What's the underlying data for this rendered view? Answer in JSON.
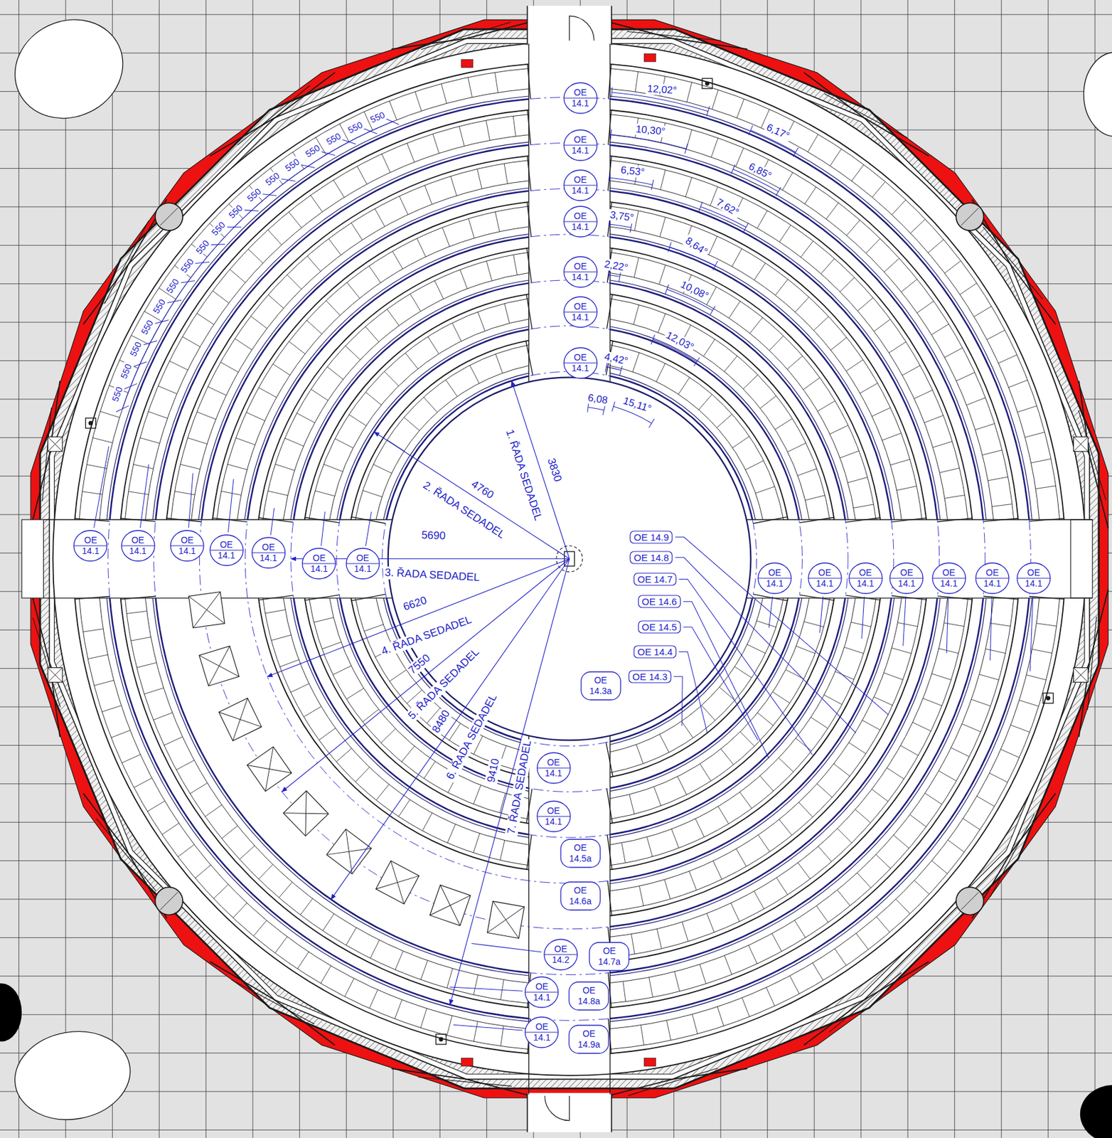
{
  "diagram": {
    "nodes": [
      {
        "text": [
          "OE 14.1"
        ]
      },
      {
        "text": [
          "OE 14.1"
        ]
      },
      {
        "text": [
          "OE 14.1"
        ]
      },
      {
        "text": [
          "OE 14.1"
        ]
      },
      {
        "text": [
          "OE 14.1"
        ]
      },
      {
        "text": [
          "OE 14.1"
        ]
      },
      {
        "text": [
          "OE 14.1"
        ]
      },
      {
        "text": [
          "OE 14.9"
        ]
      },
      {
        "text": [
          "OE 14.1"
        ]
      },
      {
        "text": [
          "OE 14.1"
        ]
      },
      {
        "text": [
          "OE 14.1"
        ]
      },
      {
        "text": [
          "OE 14.1"
        ]
      },
      {
        "text": [
          "OE 14.1"
        ]
      },
      {
        "text": [
          "OE 14.8"
        ]
      },
      {
        "text": [
          "OE 14.1"
        ]
      },
      {
        "text": [
          "OE 14.1"
        ]
      },
      {
        "text": [
          "OE 14.1"
        ]
      },
      {
        "text": [
          "OE 14.1"
        ]
      },
      {
        "text": [
          "OE 14.1"
        ]
      },
      {
        "text": [
          "OE 14.1"
        ]
      },
      {
        "text": [
          "OE 14.1"
        ]
      },
      {
        "text": [
          "OE 14.1"
        ]
      },
      {
        "text": [
          "OE 14.1"
        ]
      },
      {
        "text": [
          "OE 14.7"
        ]
      },
      {
        "text": [
          "OE 14.6"
        ]
      },
      {
        "text": [
          "OE 14.5"
        ]
      },
      {
        "text": [
          "OE 14.4"
        ]
      },
      {
        "text": [
          "OE 14.3"
        ]
      },
      {
        "text": [
          "OE 14.3a"
        ]
      },
      {
        "text": [
          "OE 14.1"
        ]
      },
      {
        "text": [
          "OE 14.1"
        ]
      },
      {
        "text": [
          "OE 14.5a"
        ]
      },
      {
        "text": [
          "OE 14.6a"
        ]
      },
      {
        "text": [
          "OE 14.2"
        ]
      },
      {
        "text": [
          "OE 14.7a"
        ]
      },
      {
        "text": [
          "OE 14.1"
        ]
      },
      {
        "text": [
          "OE 14.8a"
        ]
      },
      {
        "text": [
          "OE 14.1"
        ]
      },
      {
        "text": [
          "OE 14.9a"
        ]
      }
    ],
    "labels": [
      "1. ŘADA SEDADEL",
      "2. ŘADA SEDADEL",
      "3. ŘADA SEDADEL",
      "4. ŘADA SEDADEL",
      "5. ŘADA SEDADEL",
      "6. ŘADA SEDADEL",
      "7. ŘADA SEDADEL",
      "3830",
      "4760",
      "5690",
      "6620",
      "7550",
      "8480",
      "9410",
      "12,02°",
      "10,30°",
      "6,53°",
      "3,75°",
      "2,22°",
      "4,42°",
      "6,08",
      "15,11°",
      "6,17°",
      "6,85°",
      "7,62°",
      "8,64°",
      "10,08°",
      "12,03°",
      "550",
      "550",
      "550",
      "550",
      "550",
      "550",
      "550",
      "550",
      "550",
      "550",
      "550",
      "550",
      "550",
      "550",
      "550",
      "550",
      "550"
    ]
  }
}
